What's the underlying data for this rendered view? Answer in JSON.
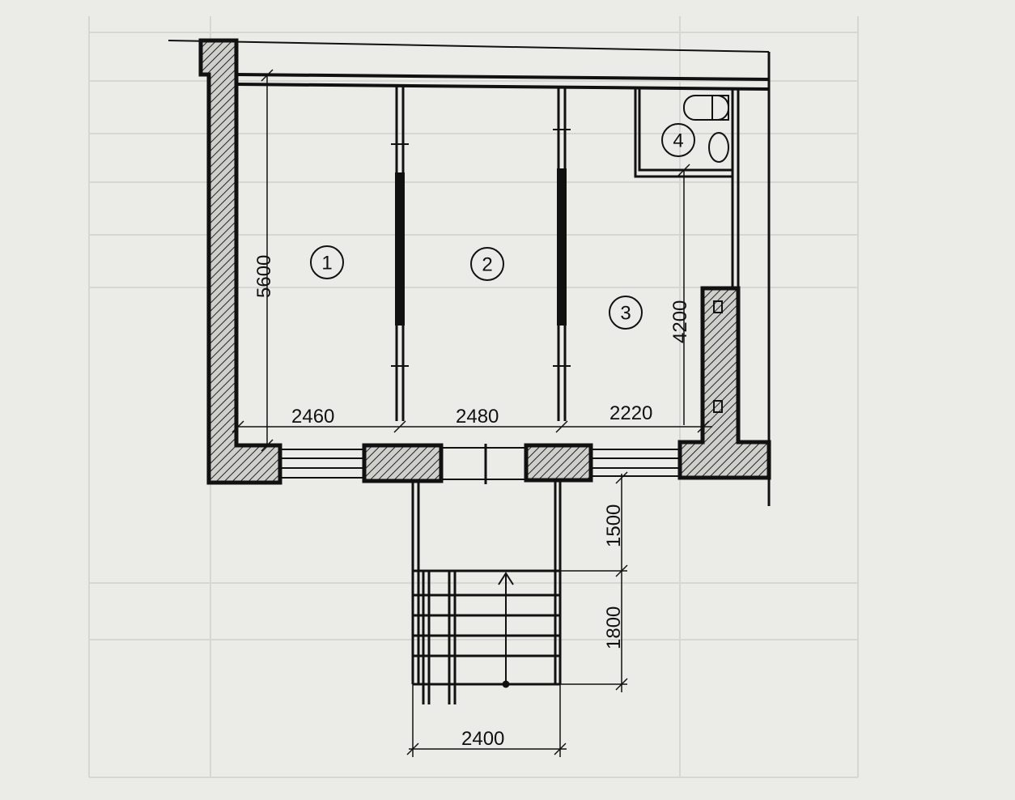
{
  "title": "Floor plan",
  "rooms": [
    {
      "number": "1"
    },
    {
      "number": "2"
    },
    {
      "number": "3"
    },
    {
      "number": "4"
    }
  ],
  "dimensions": {
    "room1_depth": "5600",
    "room3_depth": "4200",
    "width_room1": "2460",
    "width_room2": "2480",
    "width_room3": "2220",
    "porch_depth": "1500",
    "stair_length": "1800",
    "stair_width": "2400"
  }
}
